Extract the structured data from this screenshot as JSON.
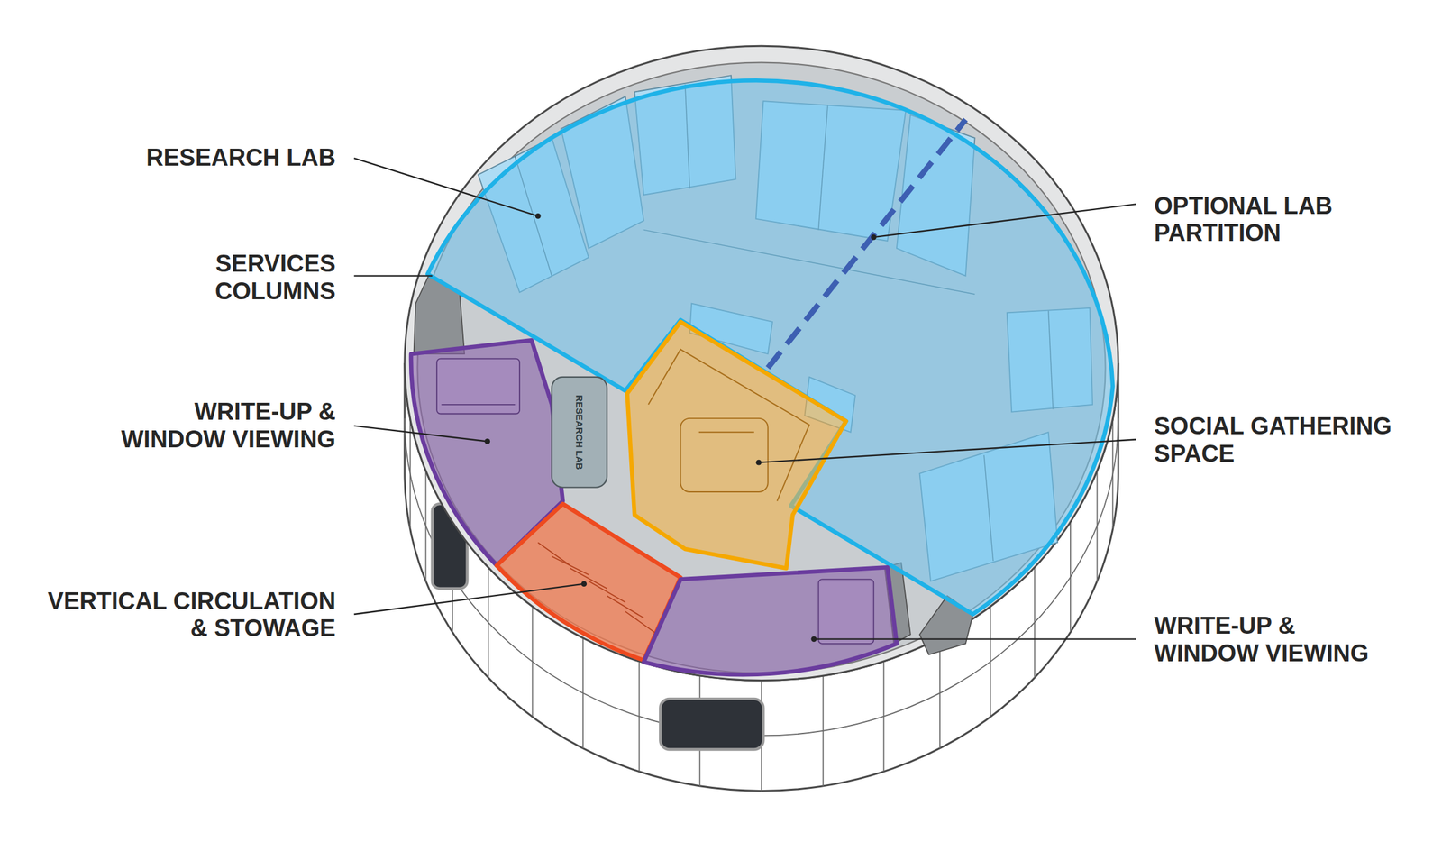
{
  "diagram": {
    "labels": [
      "RESEARCH LAB",
      "SERVICES COLUMNS",
      "WRITE-UP & WINDOW VIEWING",
      "VERTICAL CIRCULATION & STOWAGE",
      "OPTIONAL LAB PARTITION",
      "SOCIAL GATHERING SPACE",
      "WRITE-UP & WINDOW VIEWING",
      "RESEARCH LAB"
    ]
  }
}
